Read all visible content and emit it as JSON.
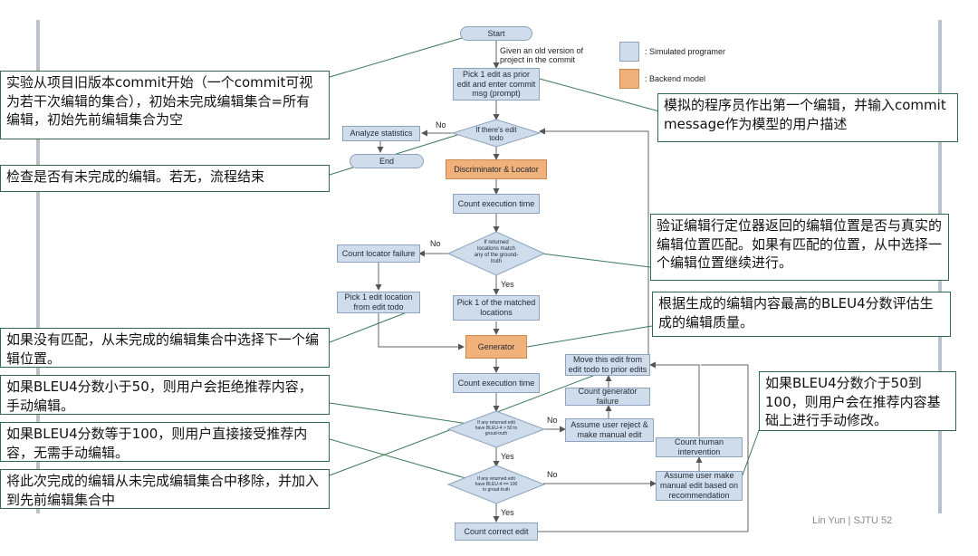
{
  "legend": {
    "simulated_programmer": ": Simulated programer",
    "backend_model": ": Backend model",
    "colors": {
      "simulated_programmer": "#cfdceb",
      "backend_model": "#f0b27a"
    }
  },
  "footer": "Lin Yun | SJTU 52",
  "flow": {
    "start": "Start",
    "start_note": "Given an old version of project in the commit",
    "pick_prior": "Pick 1 edit as prior edit and enter commit msg (prompt)",
    "if_todo": "If there's edit todo",
    "no_1": "No",
    "analyze": "Analyze statistics",
    "end": "End",
    "disc_locator": "Discriminator & Locator",
    "count_exec_1": "Count execution time",
    "if_locations": "If returned locations match any of the ground-truth",
    "no_2": "No",
    "yes_1": "Yes",
    "count_locator_failure": "Count locator failure",
    "pick_location": "Pick 1 edit location from edit todo",
    "pick_matched": "Pick 1 of the matched locations",
    "generator": "Generator",
    "count_exec_2": "Count execution time",
    "move_edit": "Move this edit from edit todo to prior edits",
    "count_gen_failure": "Count generator failure",
    "if_bleu50": "If any returned edit have BLEU-4 > 50 to groud-truth",
    "no_3": "No",
    "yes_2": "Yes",
    "assume_reject": "Assume user reject & make manual edit",
    "count_human": "Count human intervention",
    "if_bleu100": "If any returned edit have BLEU-4 == 100 to groud-truth",
    "no_4": "No",
    "yes_3": "Yes",
    "assume_manual": "Assume user make manual edit based on recommendation",
    "count_correct": "Count correct edit"
  },
  "notes": {
    "n1": "实验从项目旧版本commit开始（一个commit可视为若干次编辑的集合），初始未完成编辑集合=所有编辑，初始先前编辑集合为空",
    "n2": "检查是否有未完成的编辑。若无，流程结束",
    "n3": "模拟的程序员作出第一个编辑，并输入commit message作为模型的用户描述",
    "n4": "验证编辑行定位器返回的编辑位置是否与真实的编辑位置匹配。如果有匹配的位置，从中选择一个编辑位置继续进行。",
    "n5": "根据生成的编辑内容最高的BLEU4分数评估生成的编辑质量。",
    "n6": "如果没有匹配，从未完成的编辑集合中选择下一个编辑位置。",
    "n7": "如果BLEU4分数小于50，则用户会拒绝推荐内容，手动编辑。",
    "n8": "如果BLEU4分数介于50到100，则用户会在推荐内容基础上进行手动修改。",
    "n9": "如果BLEU4分数等于100，则用户直接接受推荐内容，无需手动编辑。",
    "n10": "将此次完成的编辑从未完成编辑集合中移除，并加入到先前编辑集合中"
  }
}
